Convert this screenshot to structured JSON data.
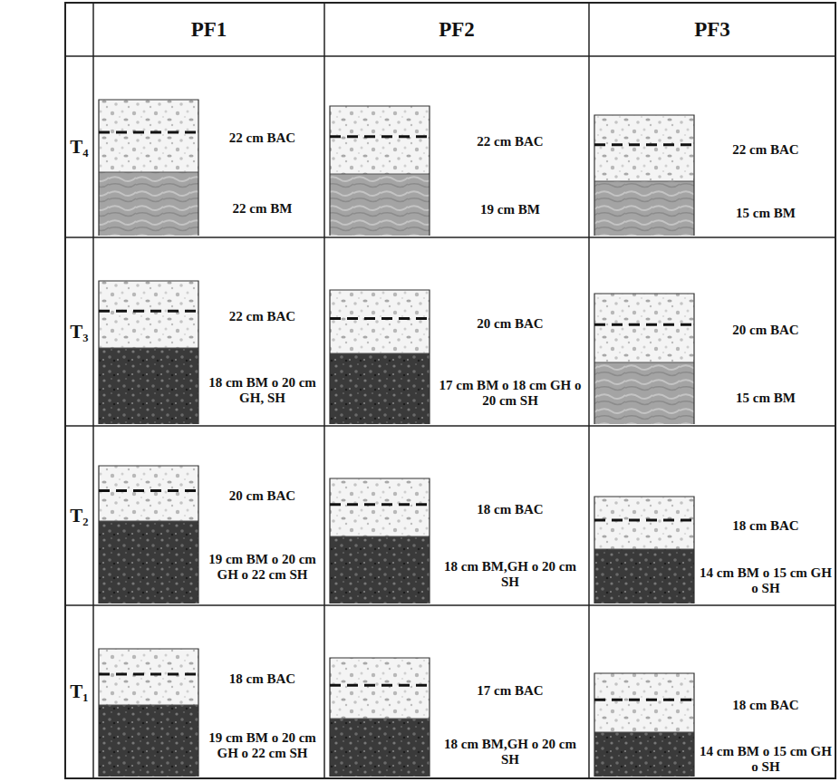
{
  "diagram": {
    "labels": [
      "PF1",
      "PF2",
      "PF3",
      "T₄",
      "22 cm BAC",
      "22 cm BM",
      "22 cm BAC",
      "19 cm BM",
      "22 cm BAC",
      "15 cm BM",
      "T₃",
      "22 cm BAC",
      "18 cm BM o 20 cm GH, SH",
      "20 cm BAC",
      "17 cm BM o 18 cm GH o 20 cm SH",
      "20 cm BAC",
      "15 cm BM",
      "T₂",
      "20 cm BAC",
      "19 cm BM o 20 cm GH o 22 cm SH",
      "18 cm BAC",
      "18 cm BM,GH o 20 cm SH",
      "18 cm BAC",
      "14 cm BM o 15 cm GH o SH",
      "T₁",
      "18 cm BAC",
      "19 cm BM o 20 cm GH o 22 cm SH",
      "17 cm BAC",
      "18 cm BM,GH o 20 cm SH",
      "18 cm BAC",
      "14 cm BM o 15 cm GH o SH"
    ]
  }
}
